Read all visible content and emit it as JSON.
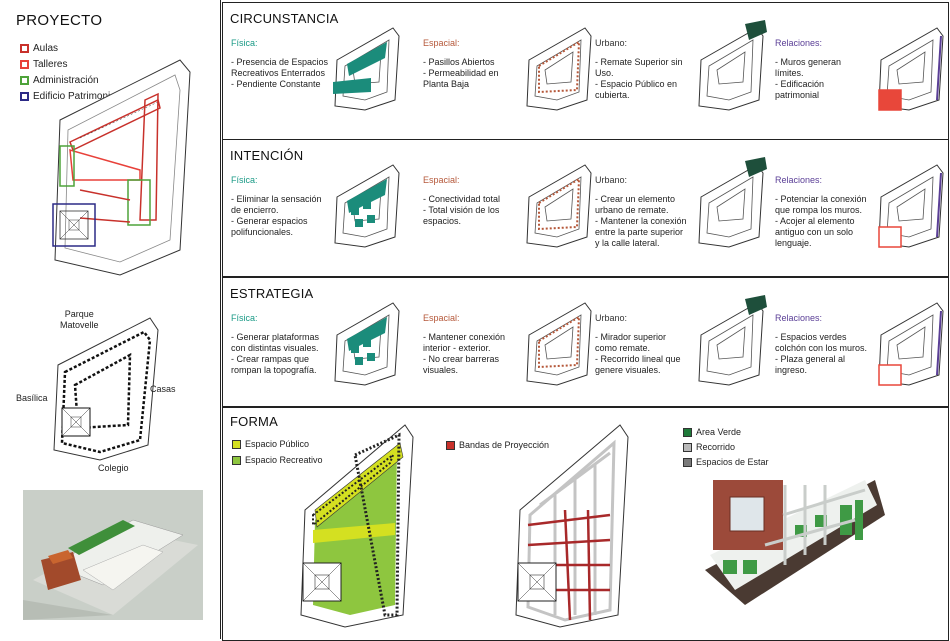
{
  "proyecto": {
    "title": "PROYECTO",
    "legend": [
      {
        "label": "Aulas",
        "color": "#c8312b"
      },
      {
        "label": "Talleres",
        "color": "#e8413a"
      },
      {
        "label": "Administración",
        "color": "#4ea33a"
      },
      {
        "label": "Edificio Patrimonial",
        "color": "#2c2a86"
      }
    ],
    "context_labels": {
      "parque": "Parque\nMatovelle",
      "casas": "Casas",
      "basilica": "Basílica",
      "colegio": "Colegio"
    }
  },
  "colors": {
    "fisica": "#1a9a86",
    "espacial": "#b5583a",
    "urbano": "#333333",
    "relaciones": "#5a3e96",
    "teal_fill": "#1b8c7b",
    "red_fill": "#e8473a",
    "dark_green": "#1e4f3b"
  },
  "sections": [
    {
      "title": "CIRCUNSTANCIA",
      "cols": [
        {
          "title": "Física:",
          "text": "- Presencia de Espacios\nRecreativos Enterrados\n- Pendiente Constante"
        },
        {
          "title": "Espacial:",
          "text": "- Pasillos Abiertos\n- Permeabilidad en\nPlanta Baja"
        },
        {
          "title": "Urbano:",
          "text": "- Remate Superior sin\nUso.\n- Espacio Público en\ncubierta."
        },
        {
          "title": "Relaciones:",
          "text": "- Muros generan\nlímites.\n- Edificación\npatrimonial"
        }
      ]
    },
    {
      "title": "INTENCIÓN",
      "cols": [
        {
          "title": "Física:",
          "text": "- Eliminar la sensación\nde encierro.\n- Generar espacios\npolifuncionales."
        },
        {
          "title": "Espacial:",
          "text": "- Conectividad total\n- Total visión de los\nespacios."
        },
        {
          "title": "Urbano:",
          "text": "- Crear un elemento\nurbano de remate.\n- Mantener la conexión\nentre la parte superior\ny la calle lateral."
        },
        {
          "title": "Relaciones:",
          "text": "- Potenciar la conexión\nque rompa los muros.\n- Acojer al elemento\nantiguo con un solo\nlenguaje."
        }
      ]
    },
    {
      "title": "ESTRATEGIA",
      "cols": [
        {
          "title": "Física:",
          "text": "- Generar plataformas\ncon distintas visuales.\n- Crear rampas que\nrompan la topografía."
        },
        {
          "title": "Espacial:",
          "text": "- Mantener conexión\ninterior - exterior.\n- No crear barreras\nvisuales."
        },
        {
          "title": "Urbano:",
          "text": "- Mirador superior\ncomo remate.\n- Recorrido lineal que\ngenere visuales."
        },
        {
          "title": "Relaciones:",
          "text": "- Espacios verdes\ncolchón con los muros.\n- Plaza general al\ningreso."
        }
      ]
    }
  ],
  "forma": {
    "title": "FORMA",
    "legend_a": [
      {
        "label": "Espacio Público",
        "color": "#d4e021"
      },
      {
        "label": "Espacio Recreativo",
        "color": "#8ec63f"
      }
    ],
    "legend_b": [
      {
        "label": "Bandas de Proyección",
        "color": "#c8312b"
      }
    ],
    "legend_c": [
      {
        "label": "Area  Verde",
        "color": "#1f7a3a"
      },
      {
        "label": "Recorrido",
        "color": "#b9b9b9"
      },
      {
        "label": "Espacios de Estar",
        "color": "#7a7a7a"
      }
    ]
  }
}
